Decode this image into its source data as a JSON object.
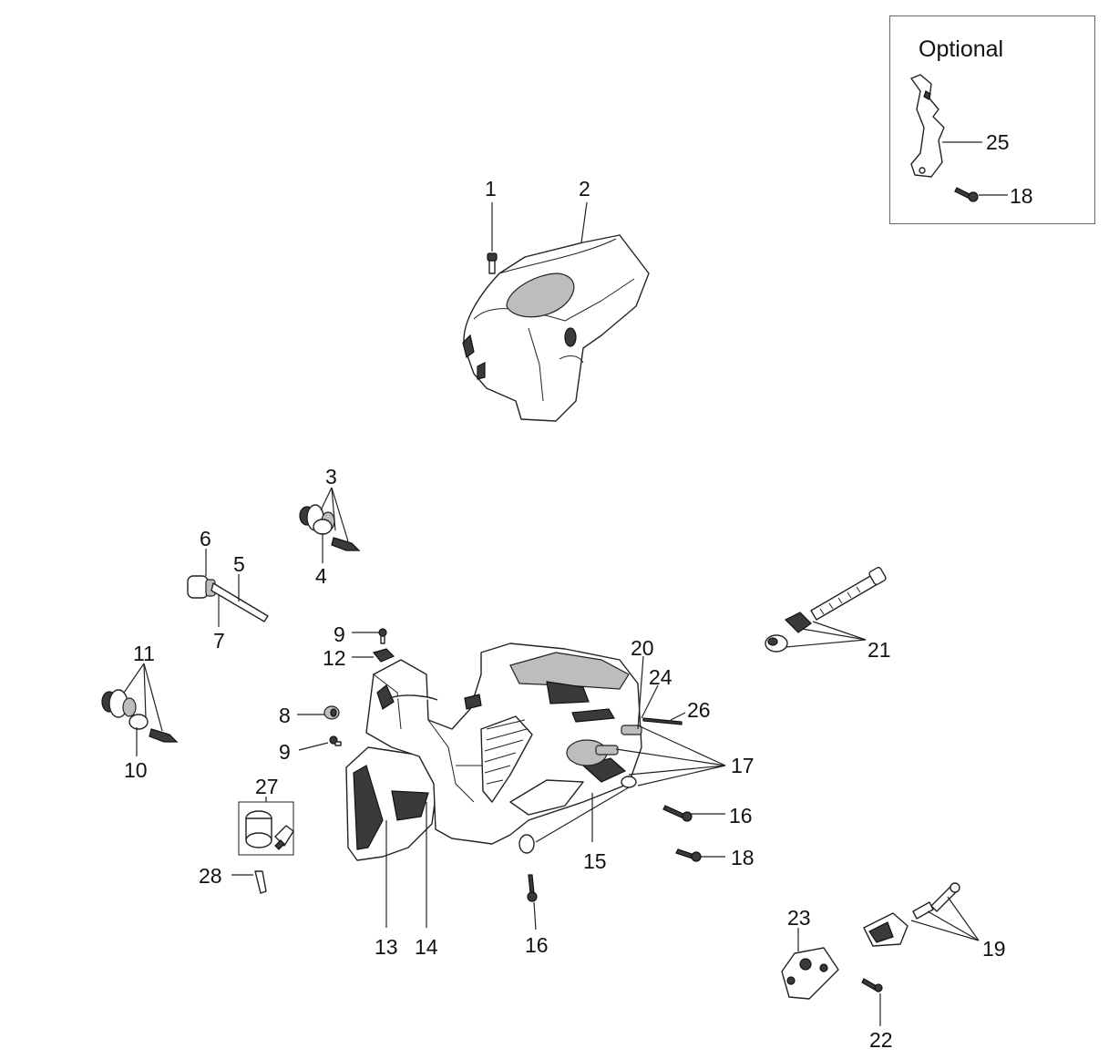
{
  "optional_box": {
    "title": "Optional"
  },
  "callouts": [
    {
      "id": "c1",
      "text": "1"
    },
    {
      "id": "c2",
      "text": "2"
    },
    {
      "id": "c3",
      "text": "3"
    },
    {
      "id": "c4",
      "text": "4"
    },
    {
      "id": "c5",
      "text": "5"
    },
    {
      "id": "c6",
      "text": "6"
    },
    {
      "id": "c7",
      "text": "7"
    },
    {
      "id": "c8",
      "text": "8"
    },
    {
      "id": "c9a",
      "text": "9"
    },
    {
      "id": "c9b",
      "text": "9"
    },
    {
      "id": "c10",
      "text": "10"
    },
    {
      "id": "c11",
      "text": "11"
    },
    {
      "id": "c12",
      "text": "12"
    },
    {
      "id": "c13",
      "text": "13"
    },
    {
      "id": "c14",
      "text": "14"
    },
    {
      "id": "c15",
      "text": "15"
    },
    {
      "id": "c16a",
      "text": "16"
    },
    {
      "id": "c16b",
      "text": "16"
    },
    {
      "id": "c17",
      "text": "17"
    },
    {
      "id": "c18a",
      "text": "18"
    },
    {
      "id": "c18b",
      "text": "18"
    },
    {
      "id": "c19",
      "text": "19"
    },
    {
      "id": "c20",
      "text": "20"
    },
    {
      "id": "c21",
      "text": "21"
    },
    {
      "id": "c22",
      "text": "22"
    },
    {
      "id": "c23",
      "text": "23"
    },
    {
      "id": "c24",
      "text": "24"
    },
    {
      "id": "c25",
      "text": "25"
    },
    {
      "id": "c26",
      "text": "26"
    },
    {
      "id": "c27",
      "text": "27"
    },
    {
      "id": "c28",
      "text": "28"
    }
  ]
}
